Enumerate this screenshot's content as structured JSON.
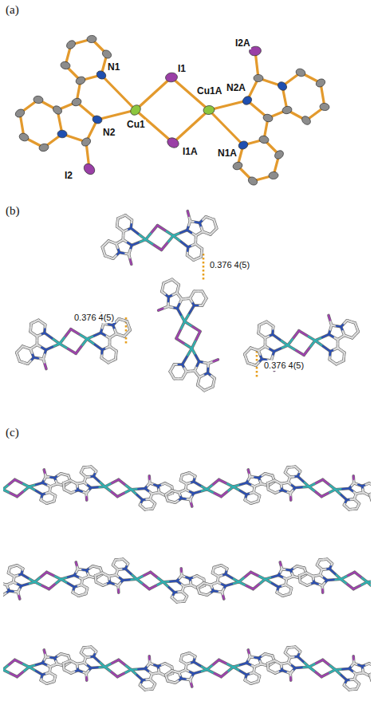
{
  "diagram": {
    "labels": [
      "(a)",
      "N1",
      "I1",
      "Cu1",
      "Cu1A",
      "I2A",
      "N2A",
      "N2",
      "I2",
      "I1A",
      "N1A",
      "(b)",
      "0.376 4(5)",
      "0.376 4(5)",
      "0.376 4(5)",
      "(c)"
    ]
  }
}
